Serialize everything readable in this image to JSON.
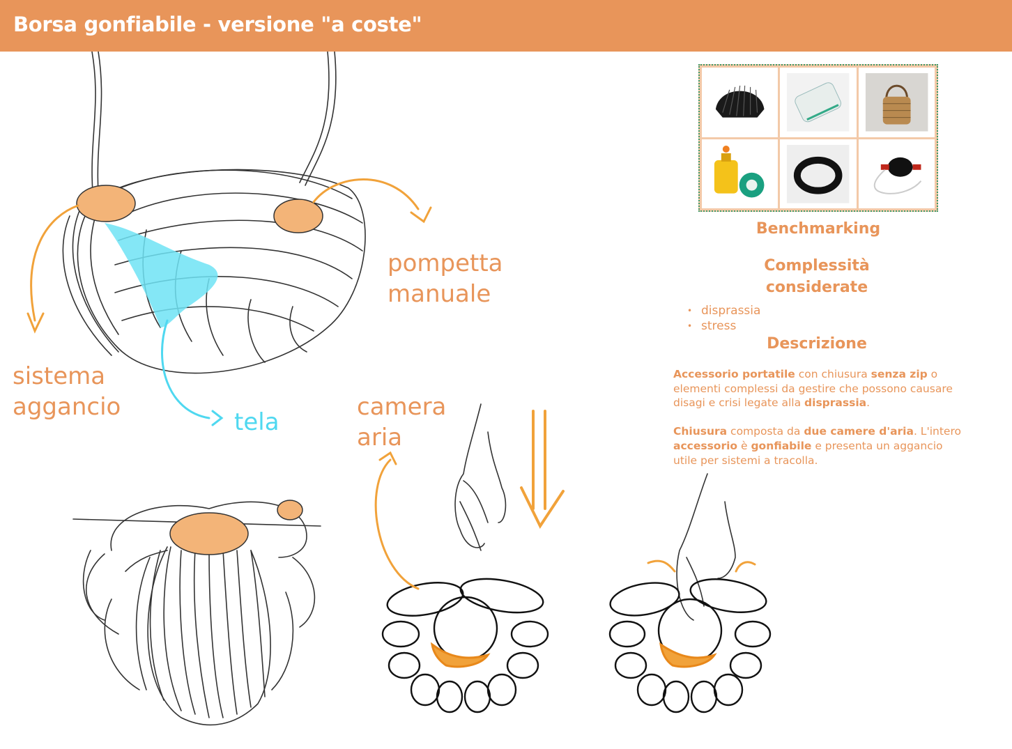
{
  "header": {
    "title": "Borsa gonfiabile - versione \"a coste\""
  },
  "labels": {
    "pompetta": [
      "pompetta",
      "manuale"
    ],
    "sistema": [
      "sistema",
      "aggancio"
    ],
    "tela": "tela",
    "camera": [
      "camera",
      "aria"
    ]
  },
  "benchmark": {
    "title": "Benchmarking",
    "images": [
      "ribbed-helmet-image",
      "air-mattress-image",
      "straw-bag-image",
      "yellow-pump-image",
      "rubber-ring-image",
      "hand-pump-bulb-image"
    ]
  },
  "complexities": {
    "title": [
      "Complessità",
      "considerate"
    ],
    "items": [
      "disprassia",
      "stress"
    ]
  },
  "description": {
    "title": "Descrizione",
    "p1": [
      {
        "t": "Accessorio portatile",
        "b": true
      },
      {
        "t": " con chiusura ",
        "b": false
      },
      {
        "t": "senza zip",
        "b": true
      },
      {
        "t": " o elementi complessi da gestire che possono causare disagi e crisi legate alla ",
        "b": false
      },
      {
        "t": "disprassia",
        "b": true
      },
      {
        "t": ".",
        "b": false
      }
    ],
    "p2": [
      {
        "t": "Chiusura",
        "b": true
      },
      {
        "t": " composta da ",
        "b": false
      },
      {
        "t": "due camere d'aria",
        "b": true
      },
      {
        "t": ". L'intero ",
        "b": false
      },
      {
        "t": "accessorio",
        "b": true
      },
      {
        "t": " è ",
        "b": false
      },
      {
        "t": "gonfiabile",
        "b": true
      },
      {
        "t": " e presenta un aggancio utile per sistemi a tracolla.",
        "b": false
      }
    ]
  },
  "colors": {
    "accent": "#e8955a",
    "cyan": "#4fd8f0",
    "highlight": "#f1a23a",
    "bench_border": "#3f9a6a"
  }
}
